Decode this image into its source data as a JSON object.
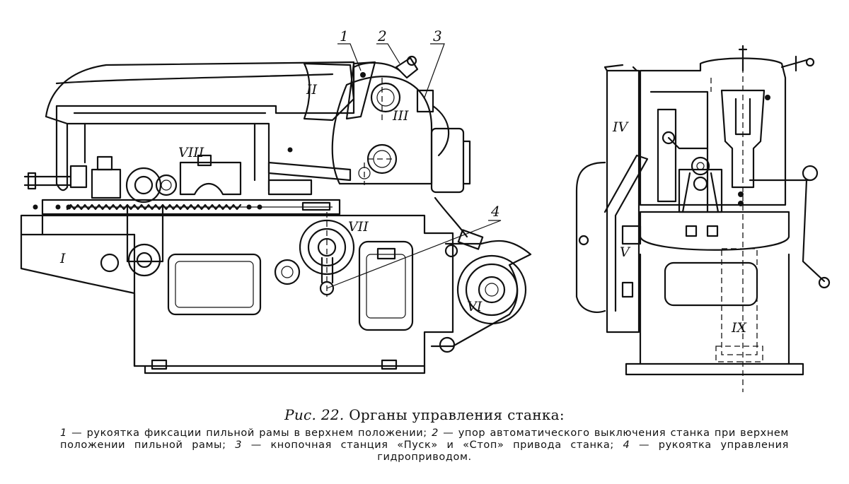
{
  "figure": {
    "callouts": [
      "1",
      "2",
      "3",
      "4"
    ],
    "parts": [
      "I",
      "II",
      "III",
      "IV",
      "V",
      "VI",
      "VII",
      "VIII",
      "IX"
    ]
  },
  "caption": {
    "fig_label": "Рис. 22.",
    "title": "Органы управления станка:",
    "items": [
      {
        "num": "1",
        "text": "рукоятка фиксации пильной рамы в верхнем положении;"
      },
      {
        "num": "2",
        "text": "упор автоматического выключения станка при верхнем положении пильной рамы;"
      },
      {
        "num": "3",
        "text": "кнопочная станция «Пуск» и «Стоп» привода станка;"
      },
      {
        "num": "4",
        "text": "рукоятка управления гидроприводом."
      }
    ]
  }
}
